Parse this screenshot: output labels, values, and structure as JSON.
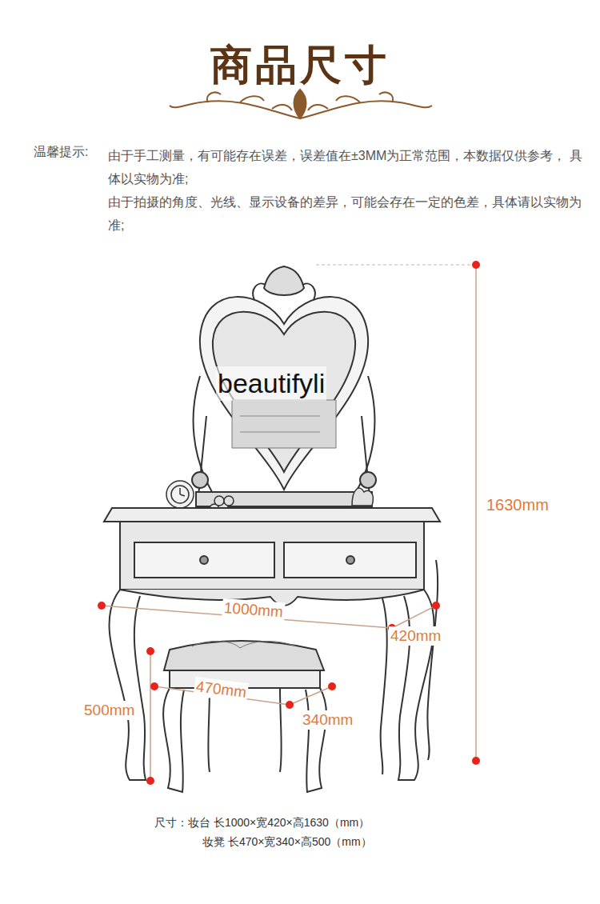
{
  "diagram": {
    "title": "商品尺寸",
    "labels": [
      "温馨提示:",
      "由于手工测量，有可能存在误差，误差值在±3MM为正常范围，本数据仅供参考， 具体以实物为准;",
      "由于拍摄的角度、光线、显示设备的差异，可能会存在一定的色差，具体请以实物为准;",
      "beautifyli",
      "1630mm",
      "1000mm",
      "420mm",
      "500mm",
      "470mm",
      "340mm",
      "尺寸：妆台 长1000×宽420×高1630（mm）",
      "妆凳 长470×宽340×高500（mm）"
    ]
  }
}
